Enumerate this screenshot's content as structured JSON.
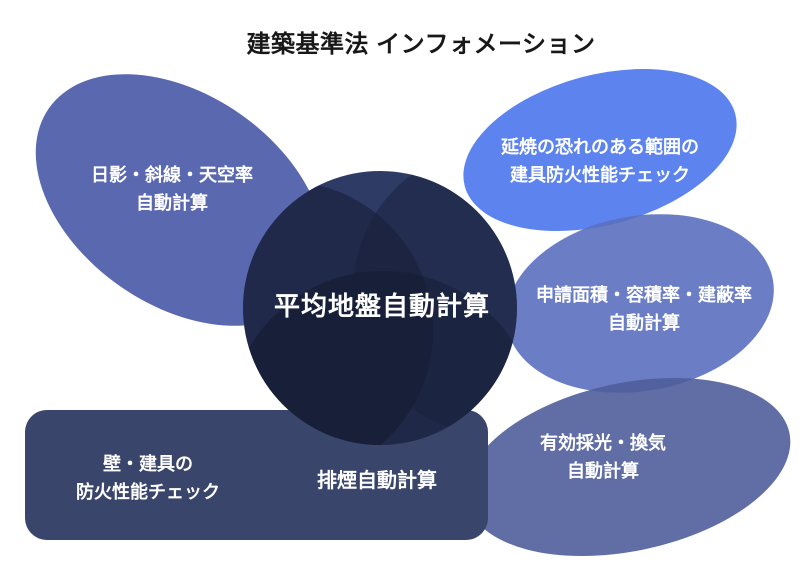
{
  "title": "建築基準法 インフォメーション",
  "center": {
    "label": "平均地盤自動計算"
  },
  "petals": {
    "sun_shadow": {
      "line1": "日影・斜線・天空率",
      "line2": "自動計算"
    },
    "fire_spread": {
      "line1": "延焼の恐れのある範囲の",
      "line2": "建具防火性能チェック"
    },
    "application_area": {
      "line1": "申請面積・容積率・建蔽率",
      "line2": "自動計算"
    },
    "daylight_ventilation": {
      "line1": "有効採光・換気",
      "line2": "自動計算"
    }
  },
  "panel": {
    "fireproof": {
      "line1": "壁・建具の",
      "line2": "防火性能チェック"
    },
    "smoke": {
      "label": "排煙自動計算"
    }
  },
  "colors": {
    "petal_sun_shadow": "#5a69b0",
    "petal_fire_spread": "#5c84ed",
    "petal_application_area": "#6a7dc6",
    "petal_daylight_ventilation": "#626fa5",
    "panel_background": "#39456a",
    "circle_background": "#222c4c",
    "title_text": "#181818",
    "label_text": "#ffffff"
  }
}
